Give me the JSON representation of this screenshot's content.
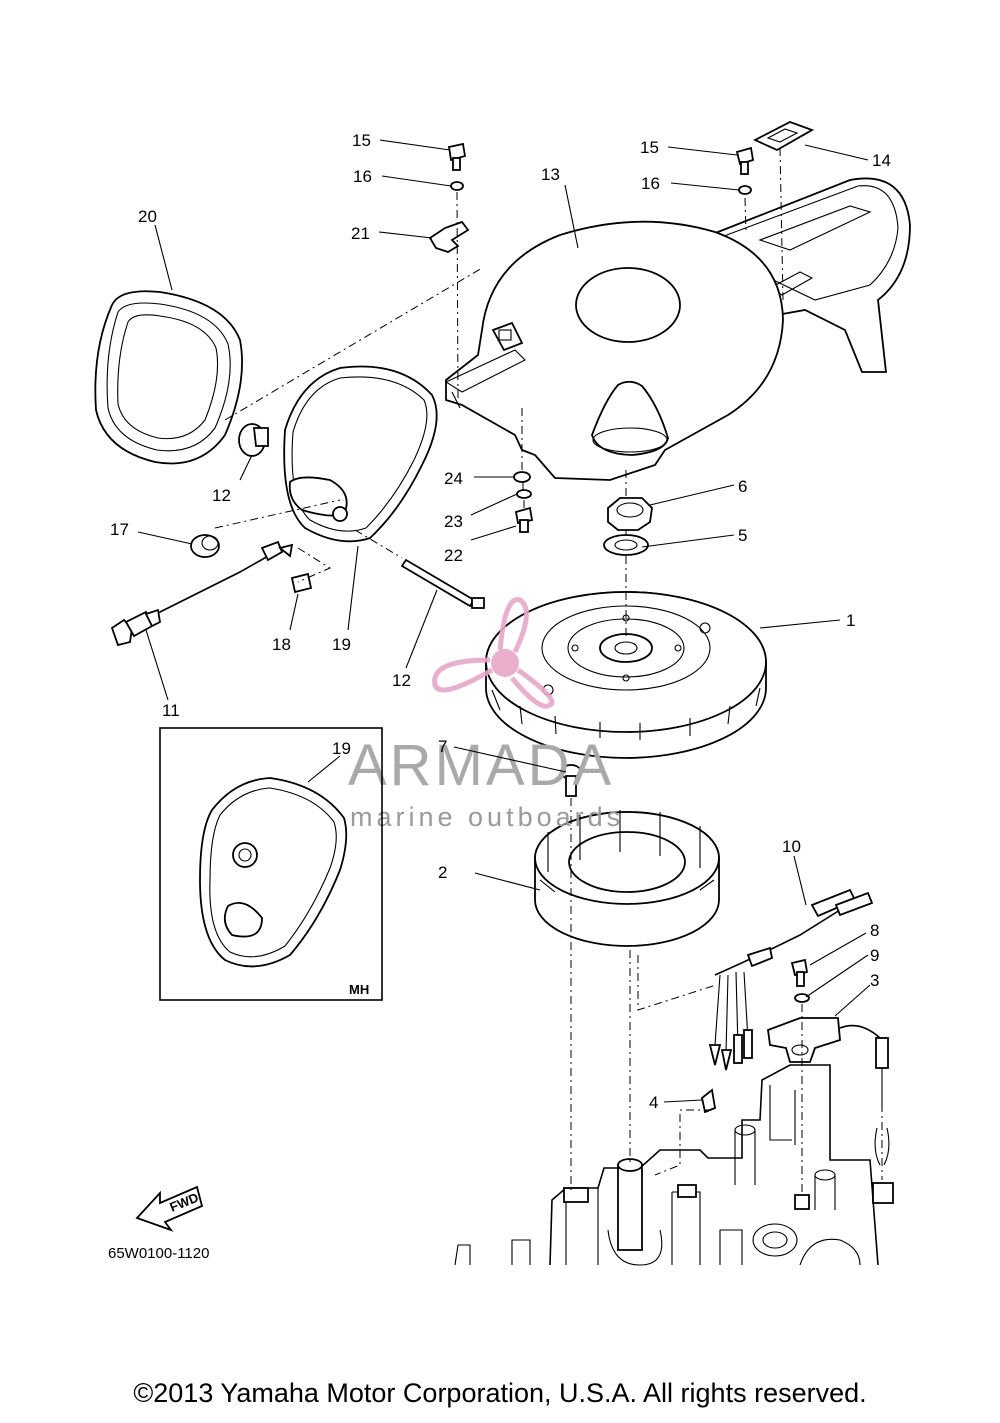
{
  "diagram": {
    "callouts": [
      {
        "id": "1",
        "label": "1"
      },
      {
        "id": "2",
        "label": "2"
      },
      {
        "id": "3",
        "label": "3"
      },
      {
        "id": "4",
        "label": "4"
      },
      {
        "id": "5",
        "label": "5"
      },
      {
        "id": "6",
        "label": "6"
      },
      {
        "id": "7",
        "label": "7"
      },
      {
        "id": "8",
        "label": "8"
      },
      {
        "id": "9",
        "label": "9"
      },
      {
        "id": "10",
        "label": "10"
      },
      {
        "id": "11",
        "label": "11"
      },
      {
        "id": "12a",
        "label": "12"
      },
      {
        "id": "12b",
        "label": "12"
      },
      {
        "id": "13",
        "label": "13"
      },
      {
        "id": "14",
        "label": "14"
      },
      {
        "id": "15a",
        "label": "15"
      },
      {
        "id": "15b",
        "label": "15"
      },
      {
        "id": "16a",
        "label": "16"
      },
      {
        "id": "16b",
        "label": "16"
      },
      {
        "id": "17",
        "label": "17"
      },
      {
        "id": "18",
        "label": "18"
      },
      {
        "id": "19a",
        "label": "19"
      },
      {
        "id": "19b",
        "label": "19"
      },
      {
        "id": "20",
        "label": "20"
      },
      {
        "id": "21",
        "label": "21"
      },
      {
        "id": "22",
        "label": "22"
      },
      {
        "id": "23",
        "label": "23"
      },
      {
        "id": "24",
        "label": "24"
      }
    ],
    "inset_label": "MH",
    "fwd_label": "FWD",
    "drawing_code": "65W0100-1120"
  },
  "watermark": {
    "brand": "ARMADA",
    "tagline": "marine outboards",
    "logo_color": "#e9a6c8",
    "text_color": "#a9a9a9"
  },
  "copyright": "©2013 Yamaha Motor Corporation, U.S.A. All rights reserved."
}
